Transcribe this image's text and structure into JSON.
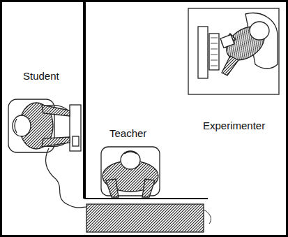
{
  "diagram": {
    "labels": [
      "Student",
      "Teacher",
      "Experimenter"
    ]
  }
}
